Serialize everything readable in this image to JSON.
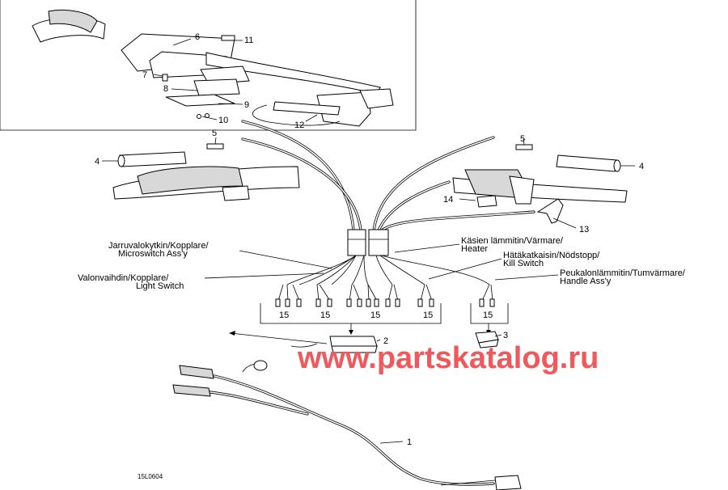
{
  "callouts": {
    "c1": "1",
    "c2": "2",
    "c3": "3",
    "c4a": "4",
    "c4b": "4",
    "c5a": "5",
    "c5b": "5",
    "c6": "6",
    "c7": "7",
    "c8": "8",
    "c9": "9",
    "c10": "10",
    "c11": "11",
    "c12": "12",
    "c13": "13",
    "c14": "14",
    "c15": [
      "15",
      "15",
      "15",
      "15",
      "15"
    ]
  },
  "labels": {
    "brake_l1": "Jarruvalokytkin/Kopplare/",
    "brake_l2": "Microswitch Ass'y",
    "light_l1": "Valonvaihdin/Kopplare/",
    "light_l2": "Light Switch",
    "heater_l1": "Käsien lämmitin/Värmare/",
    "heater_l2": "Heater",
    "kill_l1": "Hätäkatkaisin/Nödstopp/",
    "kill_l2": "Kill Switch",
    "thumb_l1": "Peukalonlämmitin/Tumvärmare/",
    "thumb_l2": "Handle Ass'y"
  },
  "watermark": "www.partskatalog.ru",
  "drawing_code": "15L0604"
}
